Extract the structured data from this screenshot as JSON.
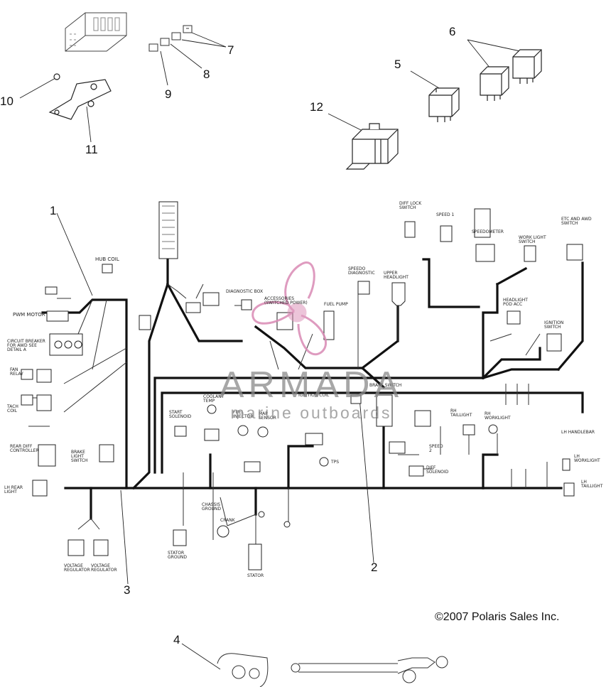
{
  "callouts": [
    "1",
    "2",
    "3",
    "4",
    "5",
    "6",
    "7",
    "8",
    "9",
    "10",
    "11",
    "12"
  ],
  "copyright": "©2007 Polaris Sales Inc.",
  "watermark": {
    "title": "ARMADA",
    "subtitle": "marine outboards"
  },
  "labels": {
    "hub_coil": "HUB COIL",
    "pwm_motor": "PWM MOTOR",
    "circuit_breaker": "CIRCUIT BREAKER FOR AWD SEE DETAIL A",
    "diagnostic_box": "DIAGNOSTIC BOX",
    "accessories": "ACCESSORIES (SWITCHED POWER)",
    "fuel_pump": "FUEL PUMP",
    "speedo_diagnostic": "SPEEDO DIAGNOSTIC",
    "upper_headlight": "UPPER HEADLIGHT",
    "diff_lock_switch": "DIFF LOCK SWITCH",
    "speed_1": "SPEED 1",
    "speedometer": "SPEEDOMETER",
    "work_light_switch": "WORK LIGHT SWITCH",
    "etc_awd_switch": "ETC AND AWD SWITCH",
    "headlight_pod_acc": "HEADLIGHT POD ACC",
    "ignition_switch": "IGNITION SWITCH",
    "ignition_coil": "IGNITION COIL",
    "brake_switch": "BRAKE SWITCH",
    "start_solenoid": "START SOLENOID",
    "coolant_temp": "COOLANT TEMP",
    "fuel_injector": "FUEL INJECTOR",
    "map_sensor": "MAP SENSOR",
    "tps": "TPS",
    "speed_2": "SPEED 2",
    "diff_solenoid": "DIFF SOLENOID",
    "rh_taillight": "RH TAILLIGHT",
    "rh_worklight": "RH WORKLIGHT",
    "lh_handlebar": "LH HANDLEBAR",
    "lh_worklight": "LH WORKLIGHT",
    "lh_taillight": "LH TAILLIGHT",
    "rear_diff_controller": "REAR DIFF CONTROLLER",
    "brake_light_switch": "BRAKE LIGHT SWITCH",
    "lh_rear_light": "LH REAR LIGHT",
    "voltage_regulator_1": "VOLTAGE REGULATOR",
    "voltage_regulator_2": "VOLTAGE REGULATOR",
    "crank": "CRANK",
    "stator": "STATOR",
    "stator_ground": "STATOR GROUND",
    "chassis_ground": "CHASSIS GROUND",
    "fan_relay": "FAN RELAY",
    "tach_coil": "TACH COIL"
  },
  "colors": {
    "ink": "#111111",
    "watermark_pink": "#d98ab4",
    "watermark_gray": "#8a8a8a"
  }
}
